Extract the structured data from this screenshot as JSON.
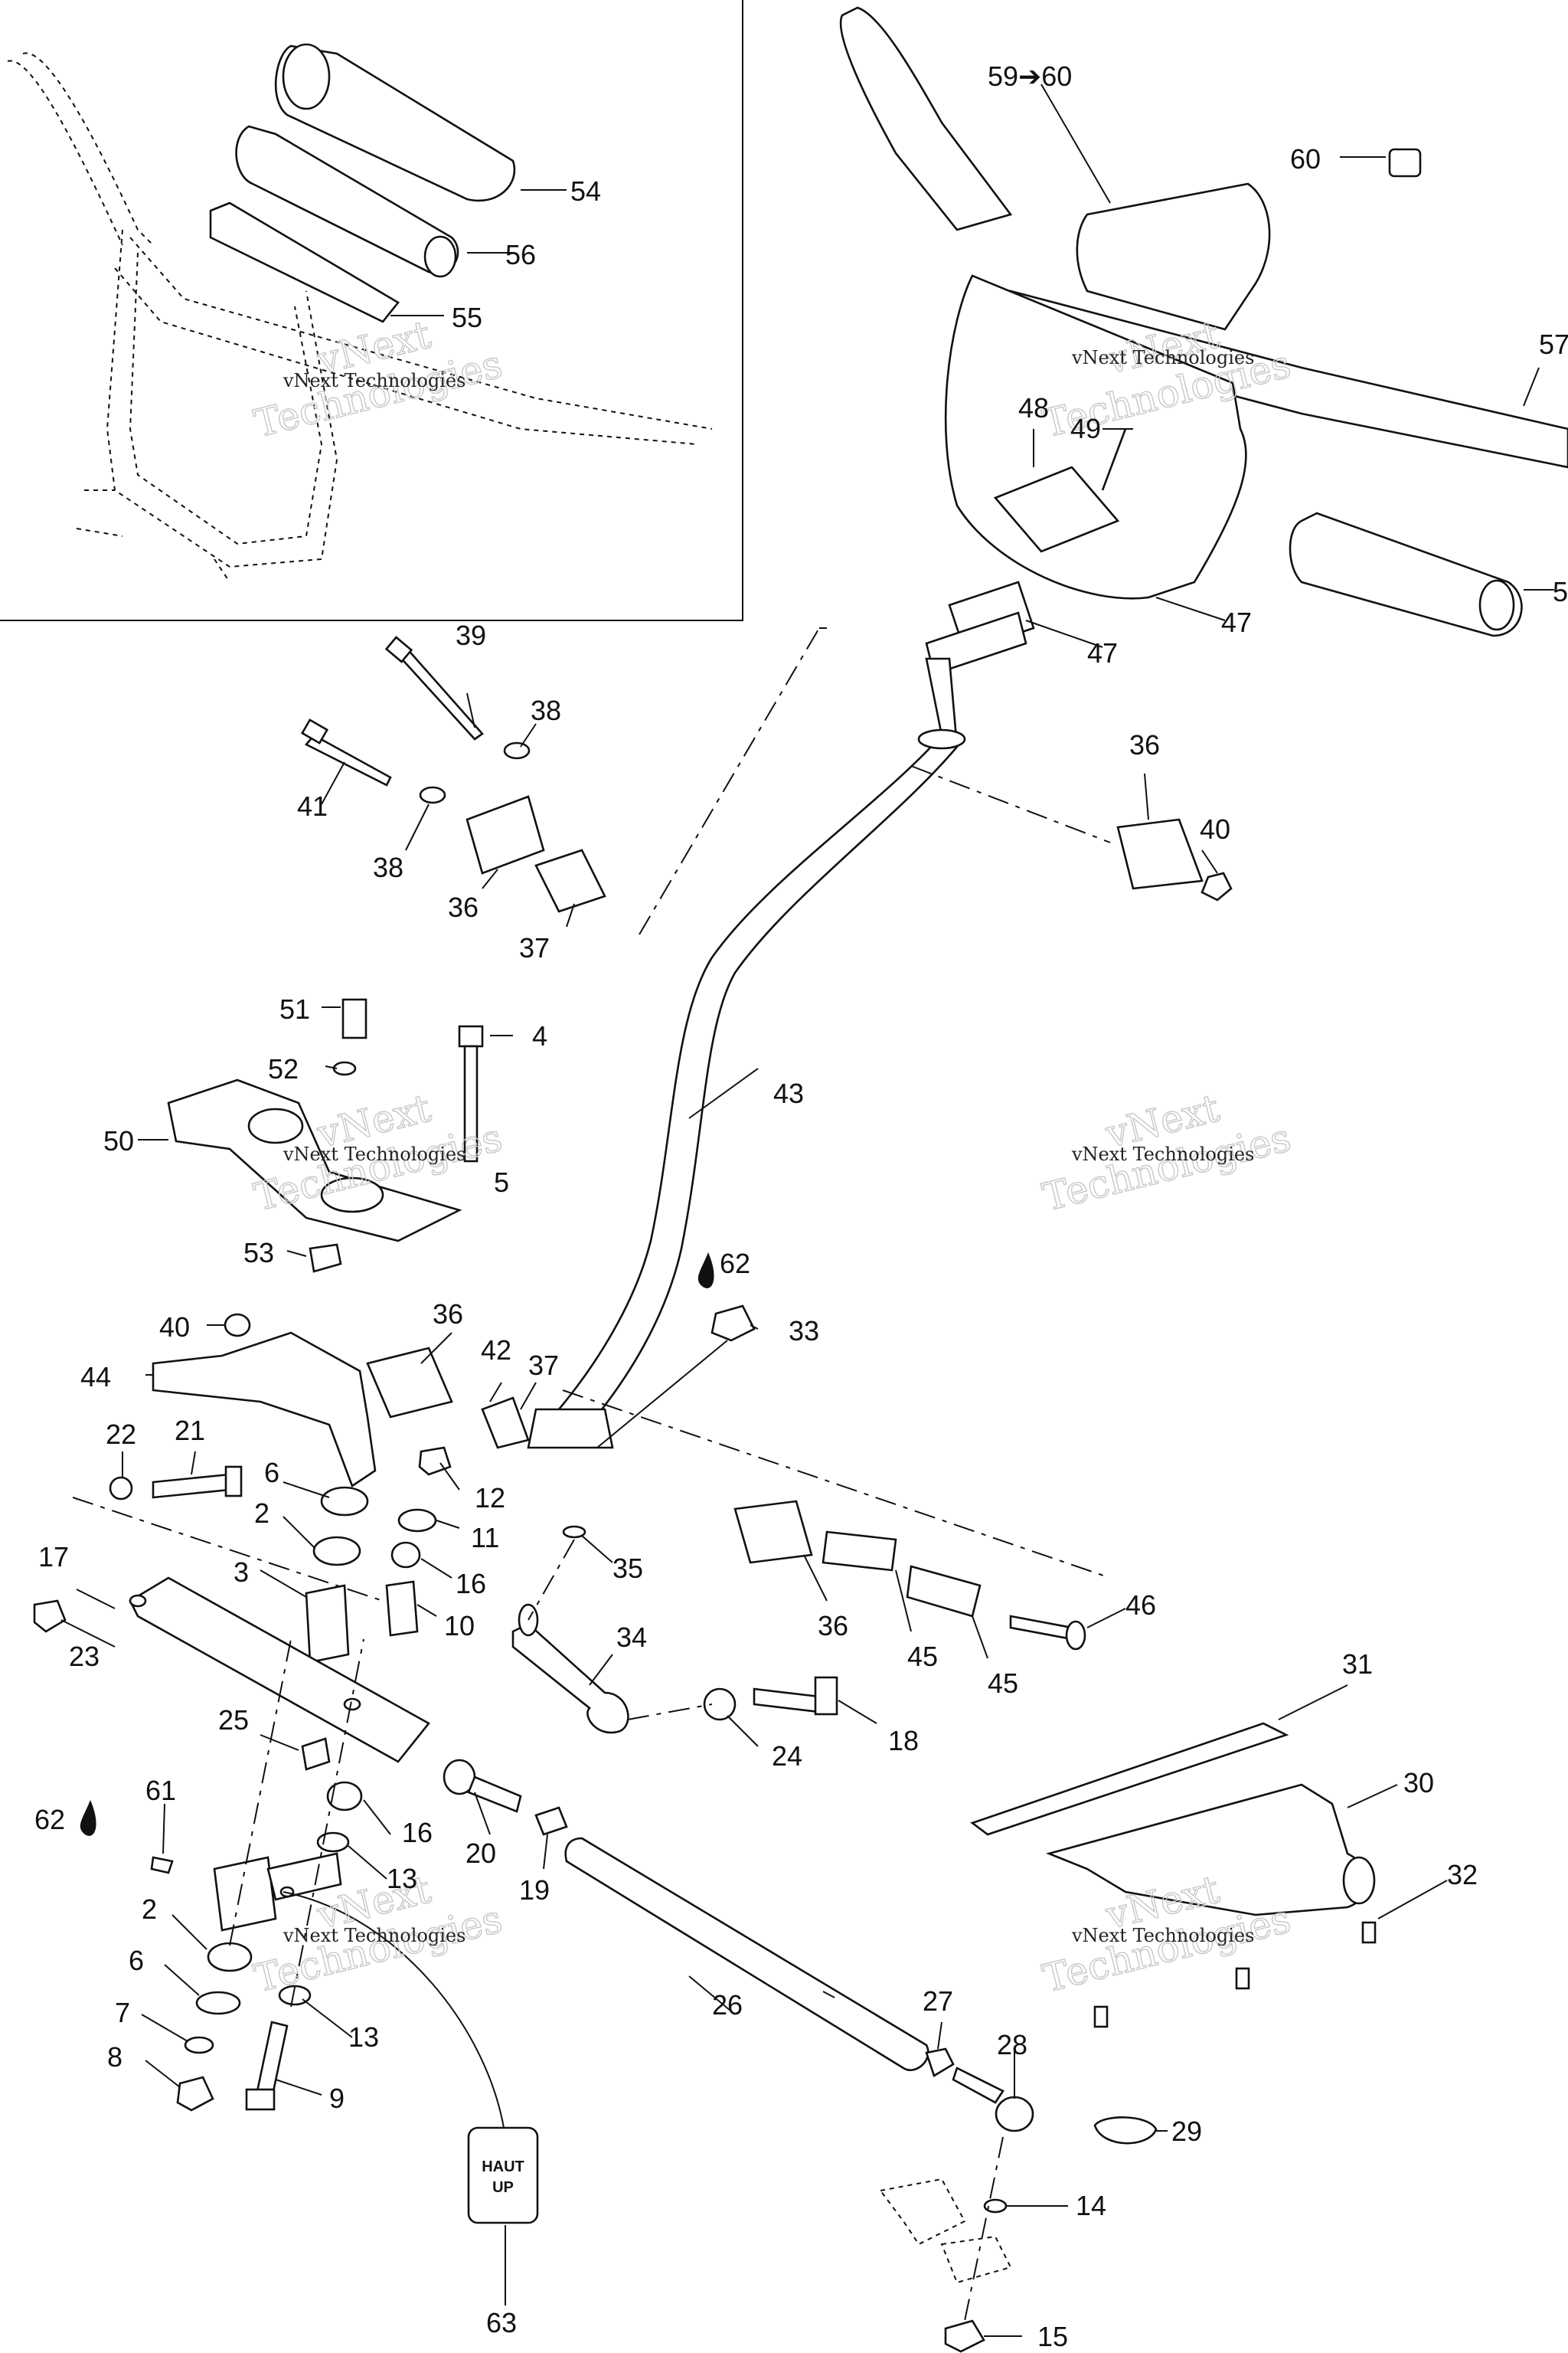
{
  "watermark": {
    "line1": "vNext",
    "line2": "Technologies",
    "caption": "vNext Technologies"
  },
  "callouts": [
    {
      "id": "c54",
      "text": "54"
    },
    {
      "id": "c56",
      "text": "56"
    },
    {
      "id": "c55",
      "text": "55"
    },
    {
      "id": "c5960",
      "text": "59➔60"
    },
    {
      "id": "c60",
      "text": "60"
    },
    {
      "id": "c57",
      "text": "57"
    },
    {
      "id": "c48",
      "text": "48"
    },
    {
      "id": "c49",
      "text": "49"
    },
    {
      "id": "c47a",
      "text": "47"
    },
    {
      "id": "c58",
      "text": "5"
    },
    {
      "id": "c47b",
      "text": "47"
    },
    {
      "id": "c39",
      "text": "39"
    },
    {
      "id": "c38a",
      "text": "38"
    },
    {
      "id": "c41",
      "text": "41"
    },
    {
      "id": "c38b",
      "text": "38"
    },
    {
      "id": "c36a",
      "text": "36"
    },
    {
      "id": "c37a",
      "text": "37"
    },
    {
      "id": "c36b",
      "text": "36"
    },
    {
      "id": "c40a",
      "text": "40"
    },
    {
      "id": "c51",
      "text": "51"
    },
    {
      "id": "c4",
      "text": "4"
    },
    {
      "id": "c52",
      "text": "52"
    },
    {
      "id": "c43",
      "text": "43"
    },
    {
      "id": "c50",
      "text": "50"
    },
    {
      "id": "c5",
      "text": "5"
    },
    {
      "id": "c53",
      "text": "53"
    },
    {
      "id": "c62a",
      "text": "62"
    },
    {
      "id": "c33",
      "text": "33"
    },
    {
      "id": "c40b",
      "text": "40"
    },
    {
      "id": "c36c",
      "text": "36"
    },
    {
      "id": "c42",
      "text": "42"
    },
    {
      "id": "c37b",
      "text": "37"
    },
    {
      "id": "c44",
      "text": "44"
    },
    {
      "id": "c22",
      "text": "22"
    },
    {
      "id": "c21",
      "text": "21"
    },
    {
      "id": "c6a",
      "text": "6"
    },
    {
      "id": "c12",
      "text": "12"
    },
    {
      "id": "c2a",
      "text": "2"
    },
    {
      "id": "c11",
      "text": "11"
    },
    {
      "id": "c35",
      "text": "35"
    },
    {
      "id": "c17",
      "text": "17"
    },
    {
      "id": "c3",
      "text": "3"
    },
    {
      "id": "c16a",
      "text": "16"
    },
    {
      "id": "c10",
      "text": "10"
    },
    {
      "id": "c36d",
      "text": "36"
    },
    {
      "id": "c46",
      "text": "46"
    },
    {
      "id": "c23",
      "text": "23"
    },
    {
      "id": "c34",
      "text": "34"
    },
    {
      "id": "c45a",
      "text": "45"
    },
    {
      "id": "c45b",
      "text": "45"
    },
    {
      "id": "c31",
      "text": "31"
    },
    {
      "id": "c25",
      "text": "25"
    },
    {
      "id": "c24",
      "text": "24"
    },
    {
      "id": "c18",
      "text": "18"
    },
    {
      "id": "c30",
      "text": "30"
    },
    {
      "id": "c61",
      "text": "61"
    },
    {
      "id": "c16b",
      "text": "16"
    },
    {
      "id": "c20",
      "text": "20"
    },
    {
      "id": "c19",
      "text": "19"
    },
    {
      "id": "c62b",
      "text": "62"
    },
    {
      "id": "c32",
      "text": "32"
    },
    {
      "id": "c13a",
      "text": "13"
    },
    {
      "id": "c2b",
      "text": "2"
    },
    {
      "id": "c6b",
      "text": "6"
    },
    {
      "id": "c26",
      "text": "26"
    },
    {
      "id": "c27",
      "text": "27"
    },
    {
      "id": "c7",
      "text": "7"
    },
    {
      "id": "c13b",
      "text": "13"
    },
    {
      "id": "c28",
      "text": "28"
    },
    {
      "id": "c8",
      "text": "8"
    },
    {
      "id": "c9",
      "text": "9"
    },
    {
      "id": "c29",
      "text": "29"
    },
    {
      "id": "c14",
      "text": "14"
    },
    {
      "id": "c63",
      "text": "63"
    },
    {
      "id": "c15",
      "text": "15"
    }
  ],
  "decal": {
    "line1": "HAUT",
    "line2": "UP"
  }
}
